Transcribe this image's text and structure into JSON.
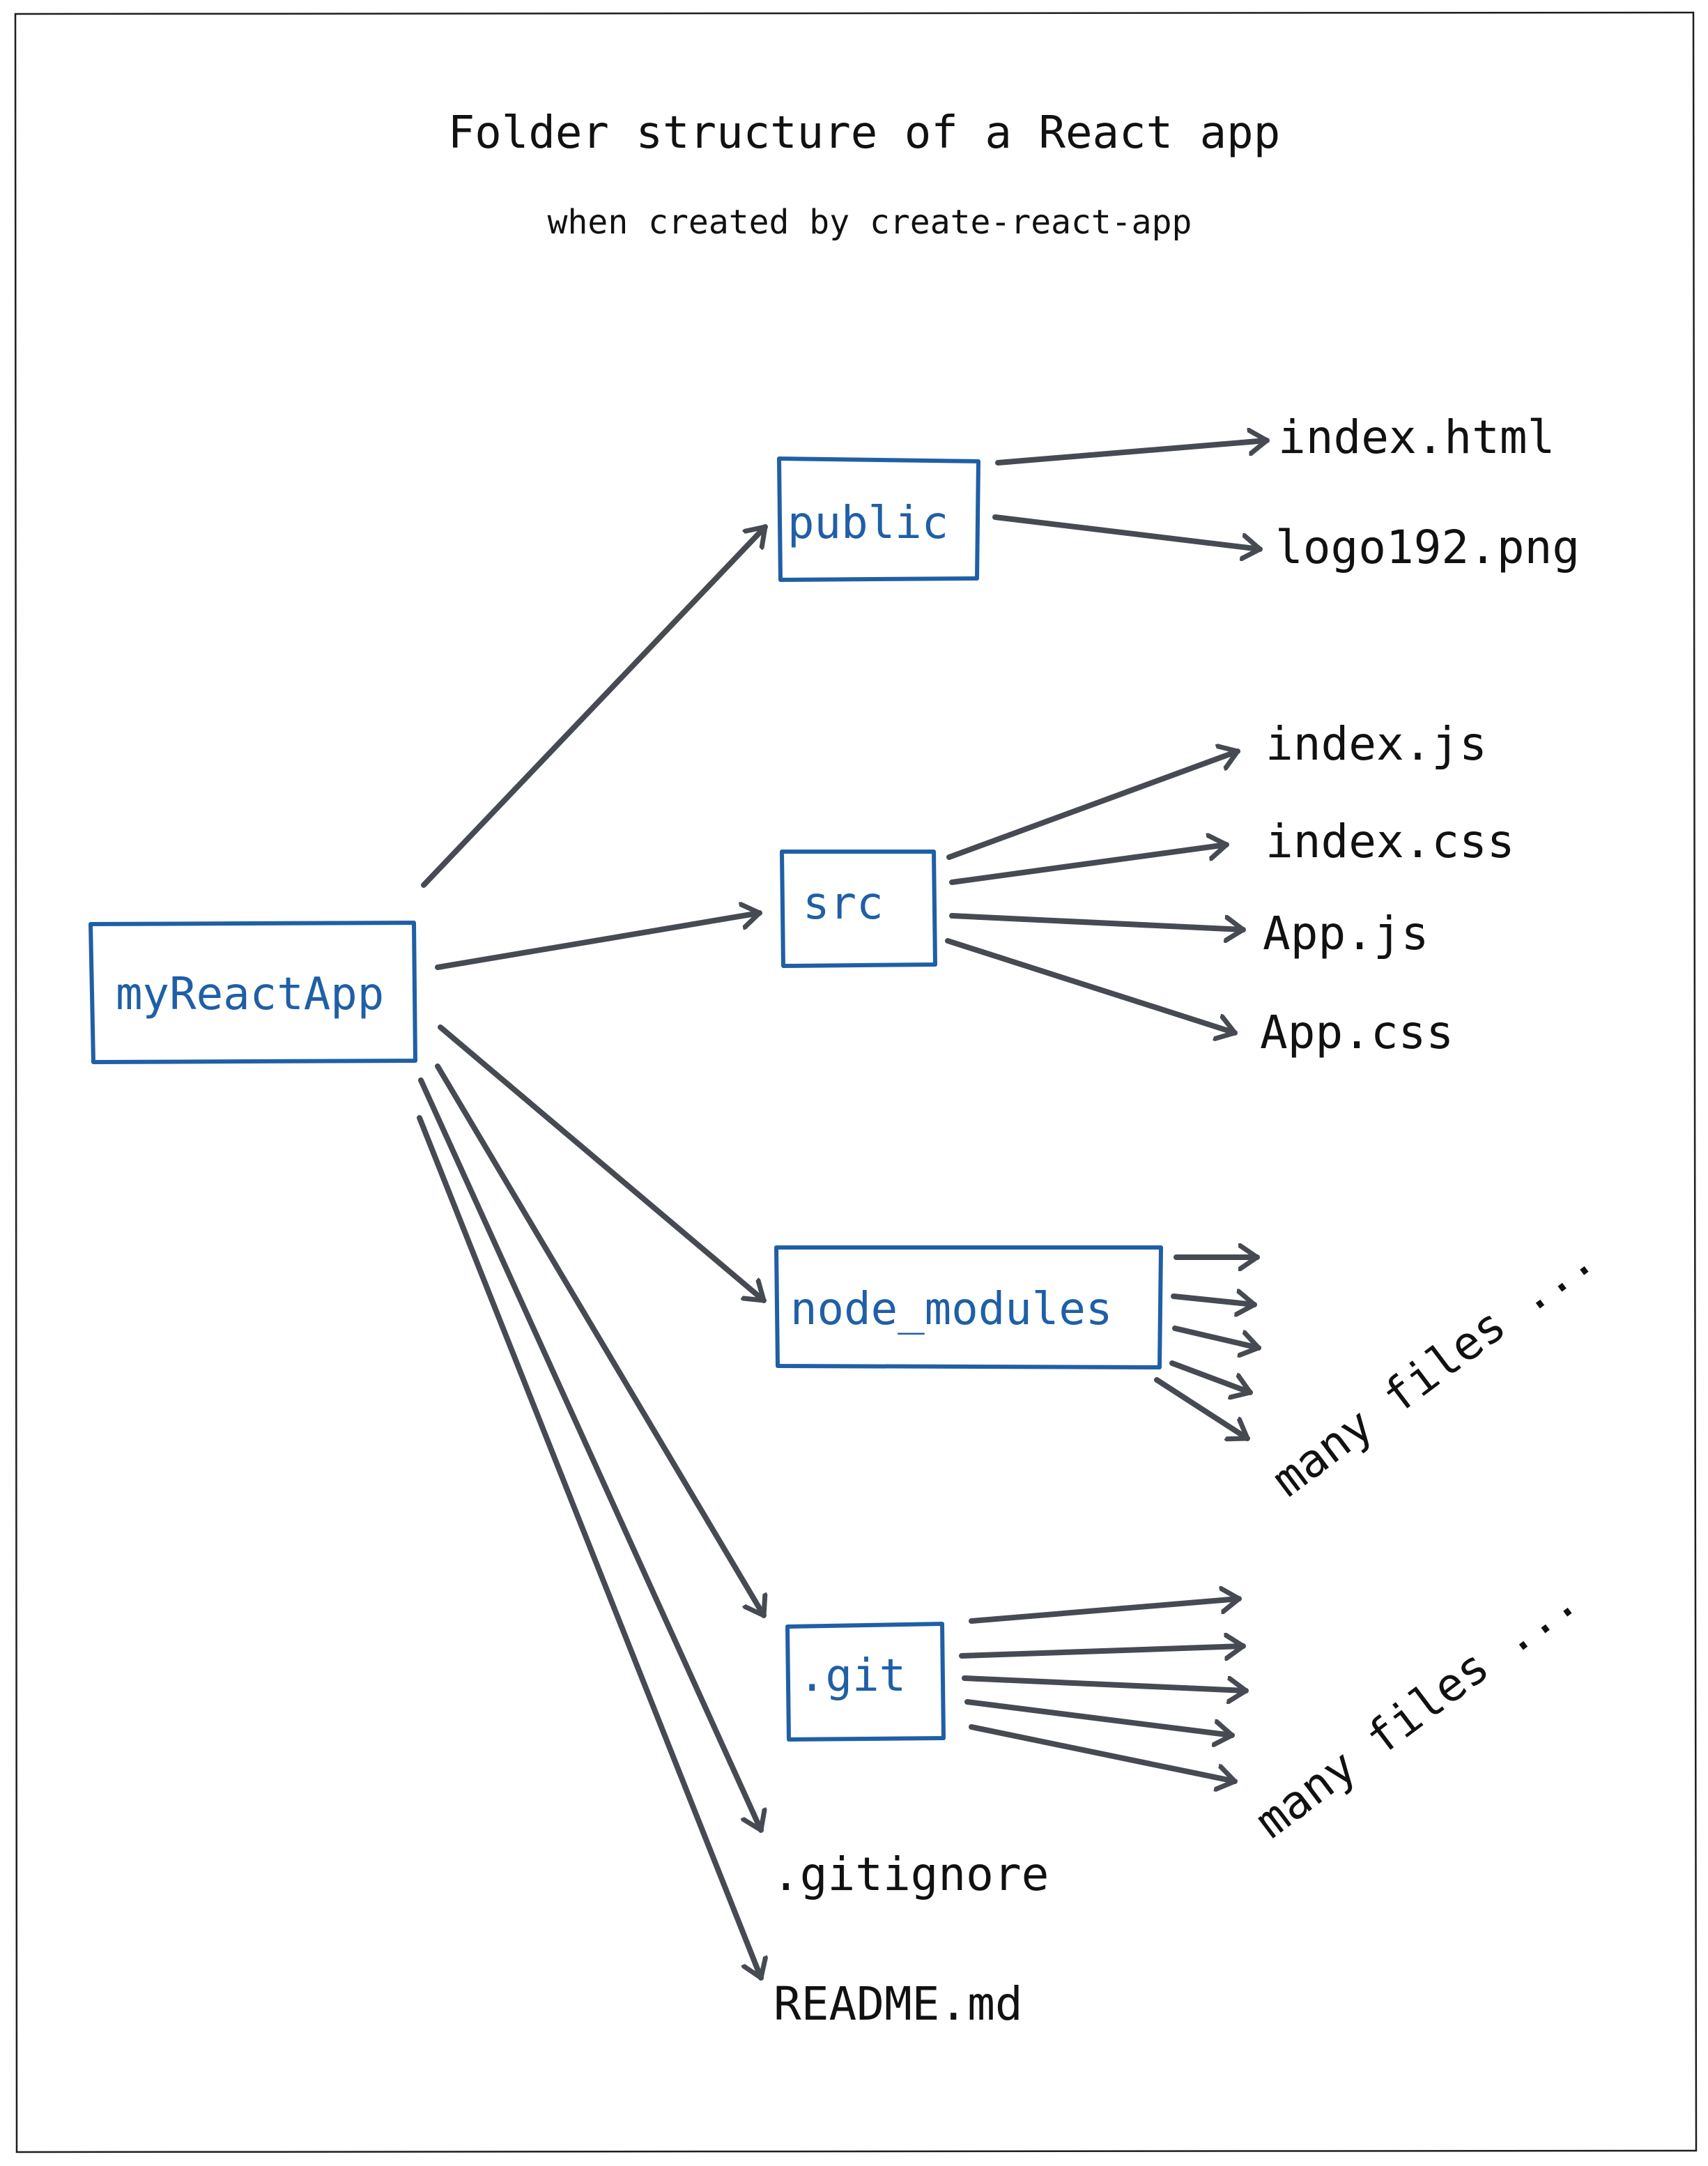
{
  "title": "Folder structure of a React app",
  "subtitle": "when created by create-react-app",
  "colors": {
    "folder": "#1f5fa6",
    "arrow": "#464a52",
    "text": "#111111",
    "frame": "#1e1e1e",
    "background": "#ffffff"
  },
  "root": {
    "label": "myReactApp"
  },
  "folders": {
    "public": {
      "label": "public",
      "files": [
        "index.html",
        "logo192.png"
      ]
    },
    "src": {
      "label": "src",
      "files": [
        "index.js",
        "index.css",
        "App.js",
        "App.css"
      ]
    },
    "node_modules": {
      "label": "node_modules",
      "note": "many files ..."
    },
    "git": {
      "label": ".git",
      "note": "many files ..."
    }
  },
  "root_files": [
    ".gitignore",
    "README.md"
  ]
}
